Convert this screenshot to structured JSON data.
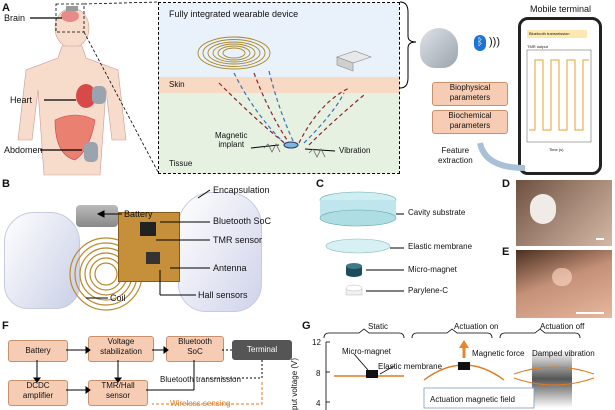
{
  "panel_a": {
    "letter": "A",
    "body_labels": {
      "brain": "Brain",
      "heart": "Heart",
      "abdomen": "Abdomen"
    },
    "inset": {
      "title": "Fully integrated wearable device",
      "skin": "Skin",
      "tissue": "Tissue",
      "magnetic_implant": "Magnetic\nimplant",
      "vibration": "Vibration"
    },
    "mobile": {
      "title": "Mobile terminal",
      "bar_text": "Bluetooth transmission",
      "plot_label": "TMR output",
      "time_label": "Time (s)"
    },
    "parameters": [
      "Biophysical parameters",
      "Biochemical parameters"
    ],
    "feature_extraction": "Feature\nextraction"
  },
  "panel_b": {
    "letter": "B",
    "labels": [
      "Battery",
      "Encapsulation",
      "Bluetooth SoC",
      "TMR sensor",
      "Antenna",
      "Coil",
      "Hall sensors"
    ]
  },
  "panel_c": {
    "letter": "C",
    "labels": [
      "Cavity substrate",
      "Elastic membrane",
      "Micro-magnet",
      "Parylene-C"
    ]
  },
  "panel_d": {
    "letter": "D"
  },
  "panel_e": {
    "letter": "E"
  },
  "panel_f": {
    "letter": "F",
    "battery": "Battery",
    "voltage": "Voltage\nstabilization",
    "bluetooth": "Bluetooth\nSoC",
    "terminal": "Terminal",
    "dcdc": "DCDC\namplifier",
    "tmr_hall": "TMR/Hall\nsensor",
    "bt_transmission": "Bluetooth transmission",
    "wireless": "Wireless sensing"
  },
  "panel_g": {
    "letter": "G",
    "states": [
      "Static",
      "Actuation on",
      "Actuation off"
    ],
    "ylabel": "put voltage (V)",
    "ticks": [
      "12",
      "8",
      "4"
    ],
    "micro_magnet": "Micro-magnet",
    "elastic_membrane": "Elastic membrane",
    "magnetic_force": "Magnetic force",
    "damped_vibration": "Damped vibration",
    "actuation_field": "Actuation magnetic field"
  },
  "colors": {
    "peach": "#f6cdb4",
    "orange": "#e07a1f",
    "terminal": "#555555",
    "skin": "#f7d9c4",
    "tissue": "#e6f1e2"
  }
}
